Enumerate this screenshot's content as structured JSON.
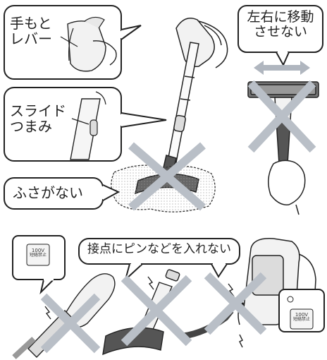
{
  "labels": {
    "lever_line1": "手もと",
    "lever_line2": "レバー",
    "slide_line1": "スライド",
    "slide_line2": "つまみ",
    "no_cover": "ふさがない",
    "no_move_line1": "左右に移動",
    "no_move_line2": "させない",
    "no_contact": "接点にピンなどを入れない"
  },
  "warning_labels": {
    "left": {
      "line1": "100V",
      "line2": "短絡禁止"
    },
    "right": {
      "line1": "100V",
      "line2": "短絡禁止"
    }
  },
  "colors": {
    "outline": "#222222",
    "cross": "#b9bfc7",
    "fill_light": "#f2f2f2",
    "fill_gray": "#cfcfcf",
    "fill_dark": "#555555"
  },
  "icons": [
    "cross-mark",
    "double-arrow",
    "spark",
    "pin"
  ]
}
